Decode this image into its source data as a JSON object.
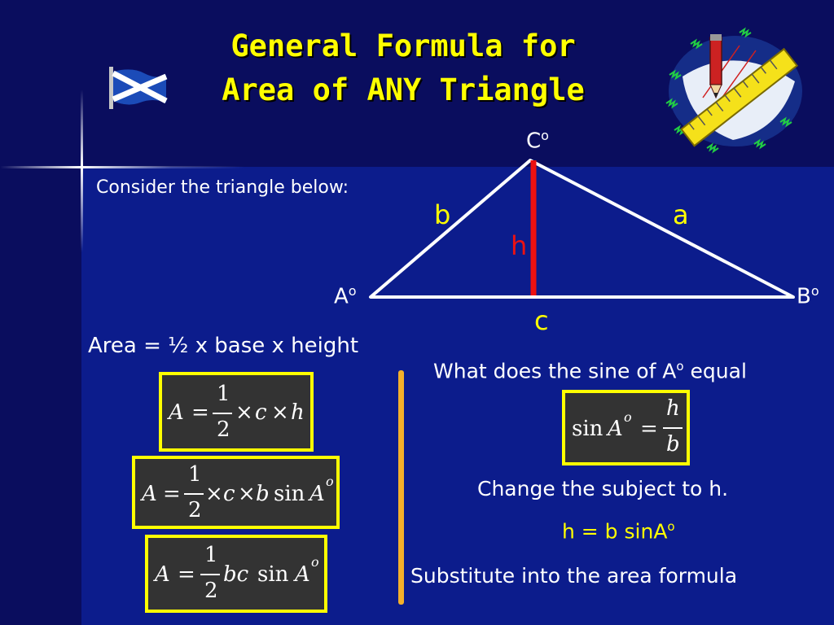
{
  "title": {
    "line1": "General Formula for",
    "line2": "Area of ANY Triangle"
  },
  "intro": "Consider the triangle below:",
  "triangle": {
    "vertex_a": "A",
    "vertex_b": "B",
    "vertex_c": "C",
    "degree": "o",
    "side_a": "a",
    "side_b": "b",
    "side_c": "c",
    "height": "h"
  },
  "area_text": "Area = ½ x base x height",
  "formula1": {
    "lhs": "A",
    "eq": "=",
    "num": "1",
    "den": "2",
    "times": "×",
    "c": "c",
    "h": "h"
  },
  "formula2": {
    "lhs": "A",
    "eq": "=",
    "num": "1",
    "den": "2",
    "times": "×",
    "c": "c",
    "b": "b",
    "sin": "sin",
    "angle": "A",
    "deg": "o"
  },
  "formula3": {
    "lhs": "A",
    "eq": "=",
    "num": "1",
    "den": "2",
    "bc": "bc",
    "sin": "sin",
    "angle": "A",
    "deg": "o"
  },
  "question": {
    "text": "What does the sine of A",
    "deg": "o",
    "tail": " equal"
  },
  "sine_formula": {
    "sin": "sin",
    "angle": "A",
    "deg": "o",
    "eq": "=",
    "num": "h",
    "den": "b"
  },
  "subject_text": "Change the subject to h.",
  "h_equation": {
    "text": "h = b sinA",
    "deg": "o"
  },
  "substitute_text": "Substitute into the area formula",
  "colors": {
    "title": "#ffff00",
    "box_border": "#ffff00",
    "height_line": "#ee1111",
    "h_equation": "#ffff00",
    "divider": "#f4b02a"
  }
}
